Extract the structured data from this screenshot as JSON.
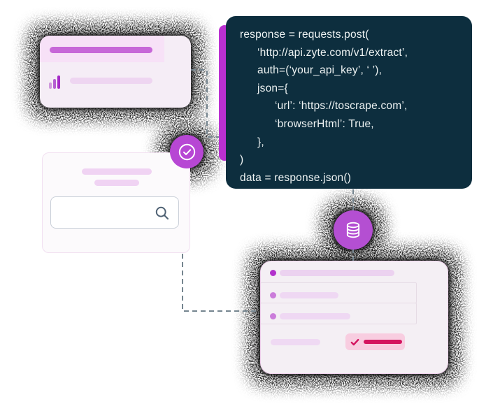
{
  "colors": {
    "accent_purple": "#b747d4",
    "magenta_accent_bar": "#ba30d0",
    "code_background": "#0d2e3e",
    "code_text": "#eef3f3",
    "chip_background": "#f8cde0",
    "chip_accent": "#d4145f",
    "dashed_connector": "#75858f",
    "spray_halo": "#141414"
  },
  "code_block": {
    "lines": [
      "response = requests.post(",
      "‘http://api.zyte.com/v1/extract’,",
      "auth=(‘your_api_key’, ‘ ’),",
      "json={",
      "‘url’: ‘https://toscrape.com’,",
      "‘browserHtml’: True,",
      "},",
      ")",
      "data = response.json()"
    ]
  },
  "icons": {
    "bar_chart": "three ascending purple bars",
    "search": "magnifying glass",
    "check_circle": "checkmark inside outlined circle",
    "database": "stacked cylinder",
    "chip_check": "checkmark"
  }
}
